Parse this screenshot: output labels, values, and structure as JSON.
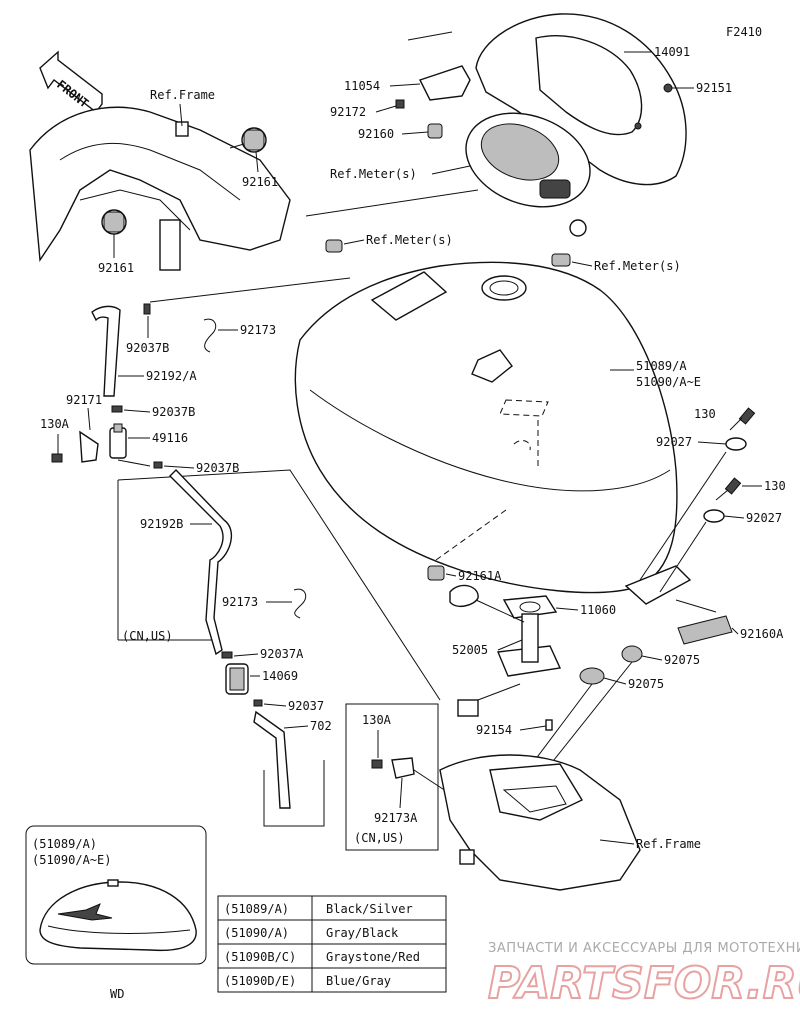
{
  "figure_code": "F2410",
  "front_label": "FRONT",
  "ref_labels": {
    "frame_top": "Ref.Frame",
    "meters_1": "Ref.Meter(s)",
    "meters_2": "Ref.Meter(s)",
    "meters_3": "Ref.Meter(s)",
    "frame_bottom": "Ref.Frame"
  },
  "part_numbers": {
    "p14091": "14091",
    "p11054": "11054",
    "p92151": "92151",
    "p92172": "92172",
    "p92160": "92160",
    "p92161_a": "92161",
    "p92161_b": "92161",
    "p92037B_1": "92037B",
    "p92173_1": "92173",
    "p92192A": "92192/A",
    "p92171": "92171",
    "p92037B_2": "92037B",
    "p130A_1": "130A",
    "p49116": "49116",
    "p92037B_3": "92037B",
    "p92192B": "92192B",
    "p92173_2": "92173",
    "p92037A": "92037A",
    "p14069": "14069",
    "p92037": "92037",
    "p702": "702",
    "p51089A": "51089/A",
    "p51090AE": "51090/A~E",
    "p130_1": "130",
    "p92027_1": "92027",
    "p130_2": "130",
    "p92027_2": "92027",
    "p92161A": "92161A",
    "p11060": "11060",
    "p52005": "52005",
    "p92160A": "92160A",
    "p92075_1": "92075",
    "p92075_2": "92075",
    "p92154": "92154",
    "p130A_2": "130A",
    "p92173A": "92173A"
  },
  "region_notes": {
    "cn_us_1": "(CN,US)",
    "cn_us_2": "(CN,US)"
  },
  "inset": {
    "line1": "(51089/A)",
    "line2": "(51090/A~E)",
    "caption": "WD"
  },
  "color_table": [
    {
      "code": "(51089/A)",
      "color": "Black/Silver"
    },
    {
      "code": "(51090/A)",
      "color": "Gray/Black"
    },
    {
      "code": "(51090B/C)",
      "color": "Graystone/Red"
    },
    {
      "code": "(51090D/E)",
      "color": "Blue/Gray"
    }
  ],
  "watermark": {
    "line1": "ЗАПЧАСТИ И АКСЕССУАРЫ ДЛЯ МОТОТЕХНИКИ",
    "line2": "PARTSFOR.RU"
  }
}
